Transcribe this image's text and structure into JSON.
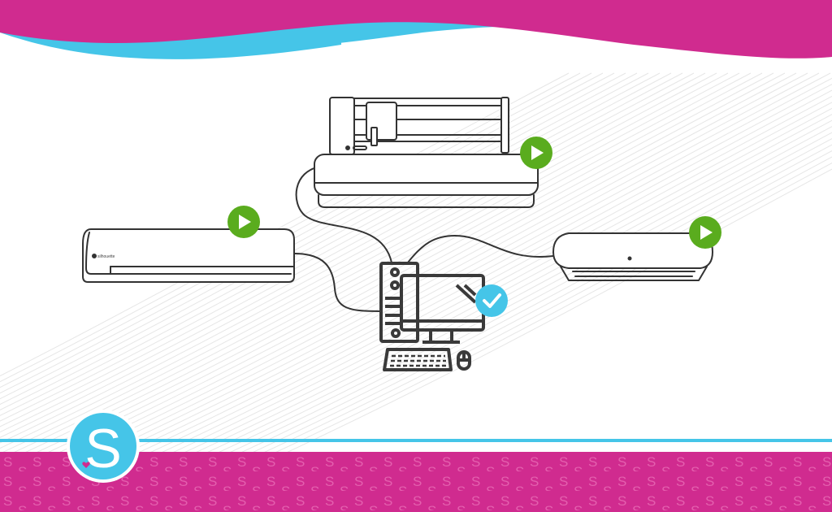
{
  "brand_label": "silhouette",
  "logo_letter": "S",
  "pattern_letter": "S",
  "colors": {
    "magenta": "#d02b8f",
    "cyan": "#45c5e8",
    "green": "#5aac1e",
    "line": "#333333"
  },
  "devices": [
    {
      "name": "large-cutter",
      "status_icon": "play-icon"
    },
    {
      "name": "desktop-cutter",
      "status_icon": "play-icon"
    },
    {
      "name": "compact-cutter",
      "status_icon": "play-icon"
    },
    {
      "name": "computer",
      "status_icon": "check-icon"
    }
  ]
}
